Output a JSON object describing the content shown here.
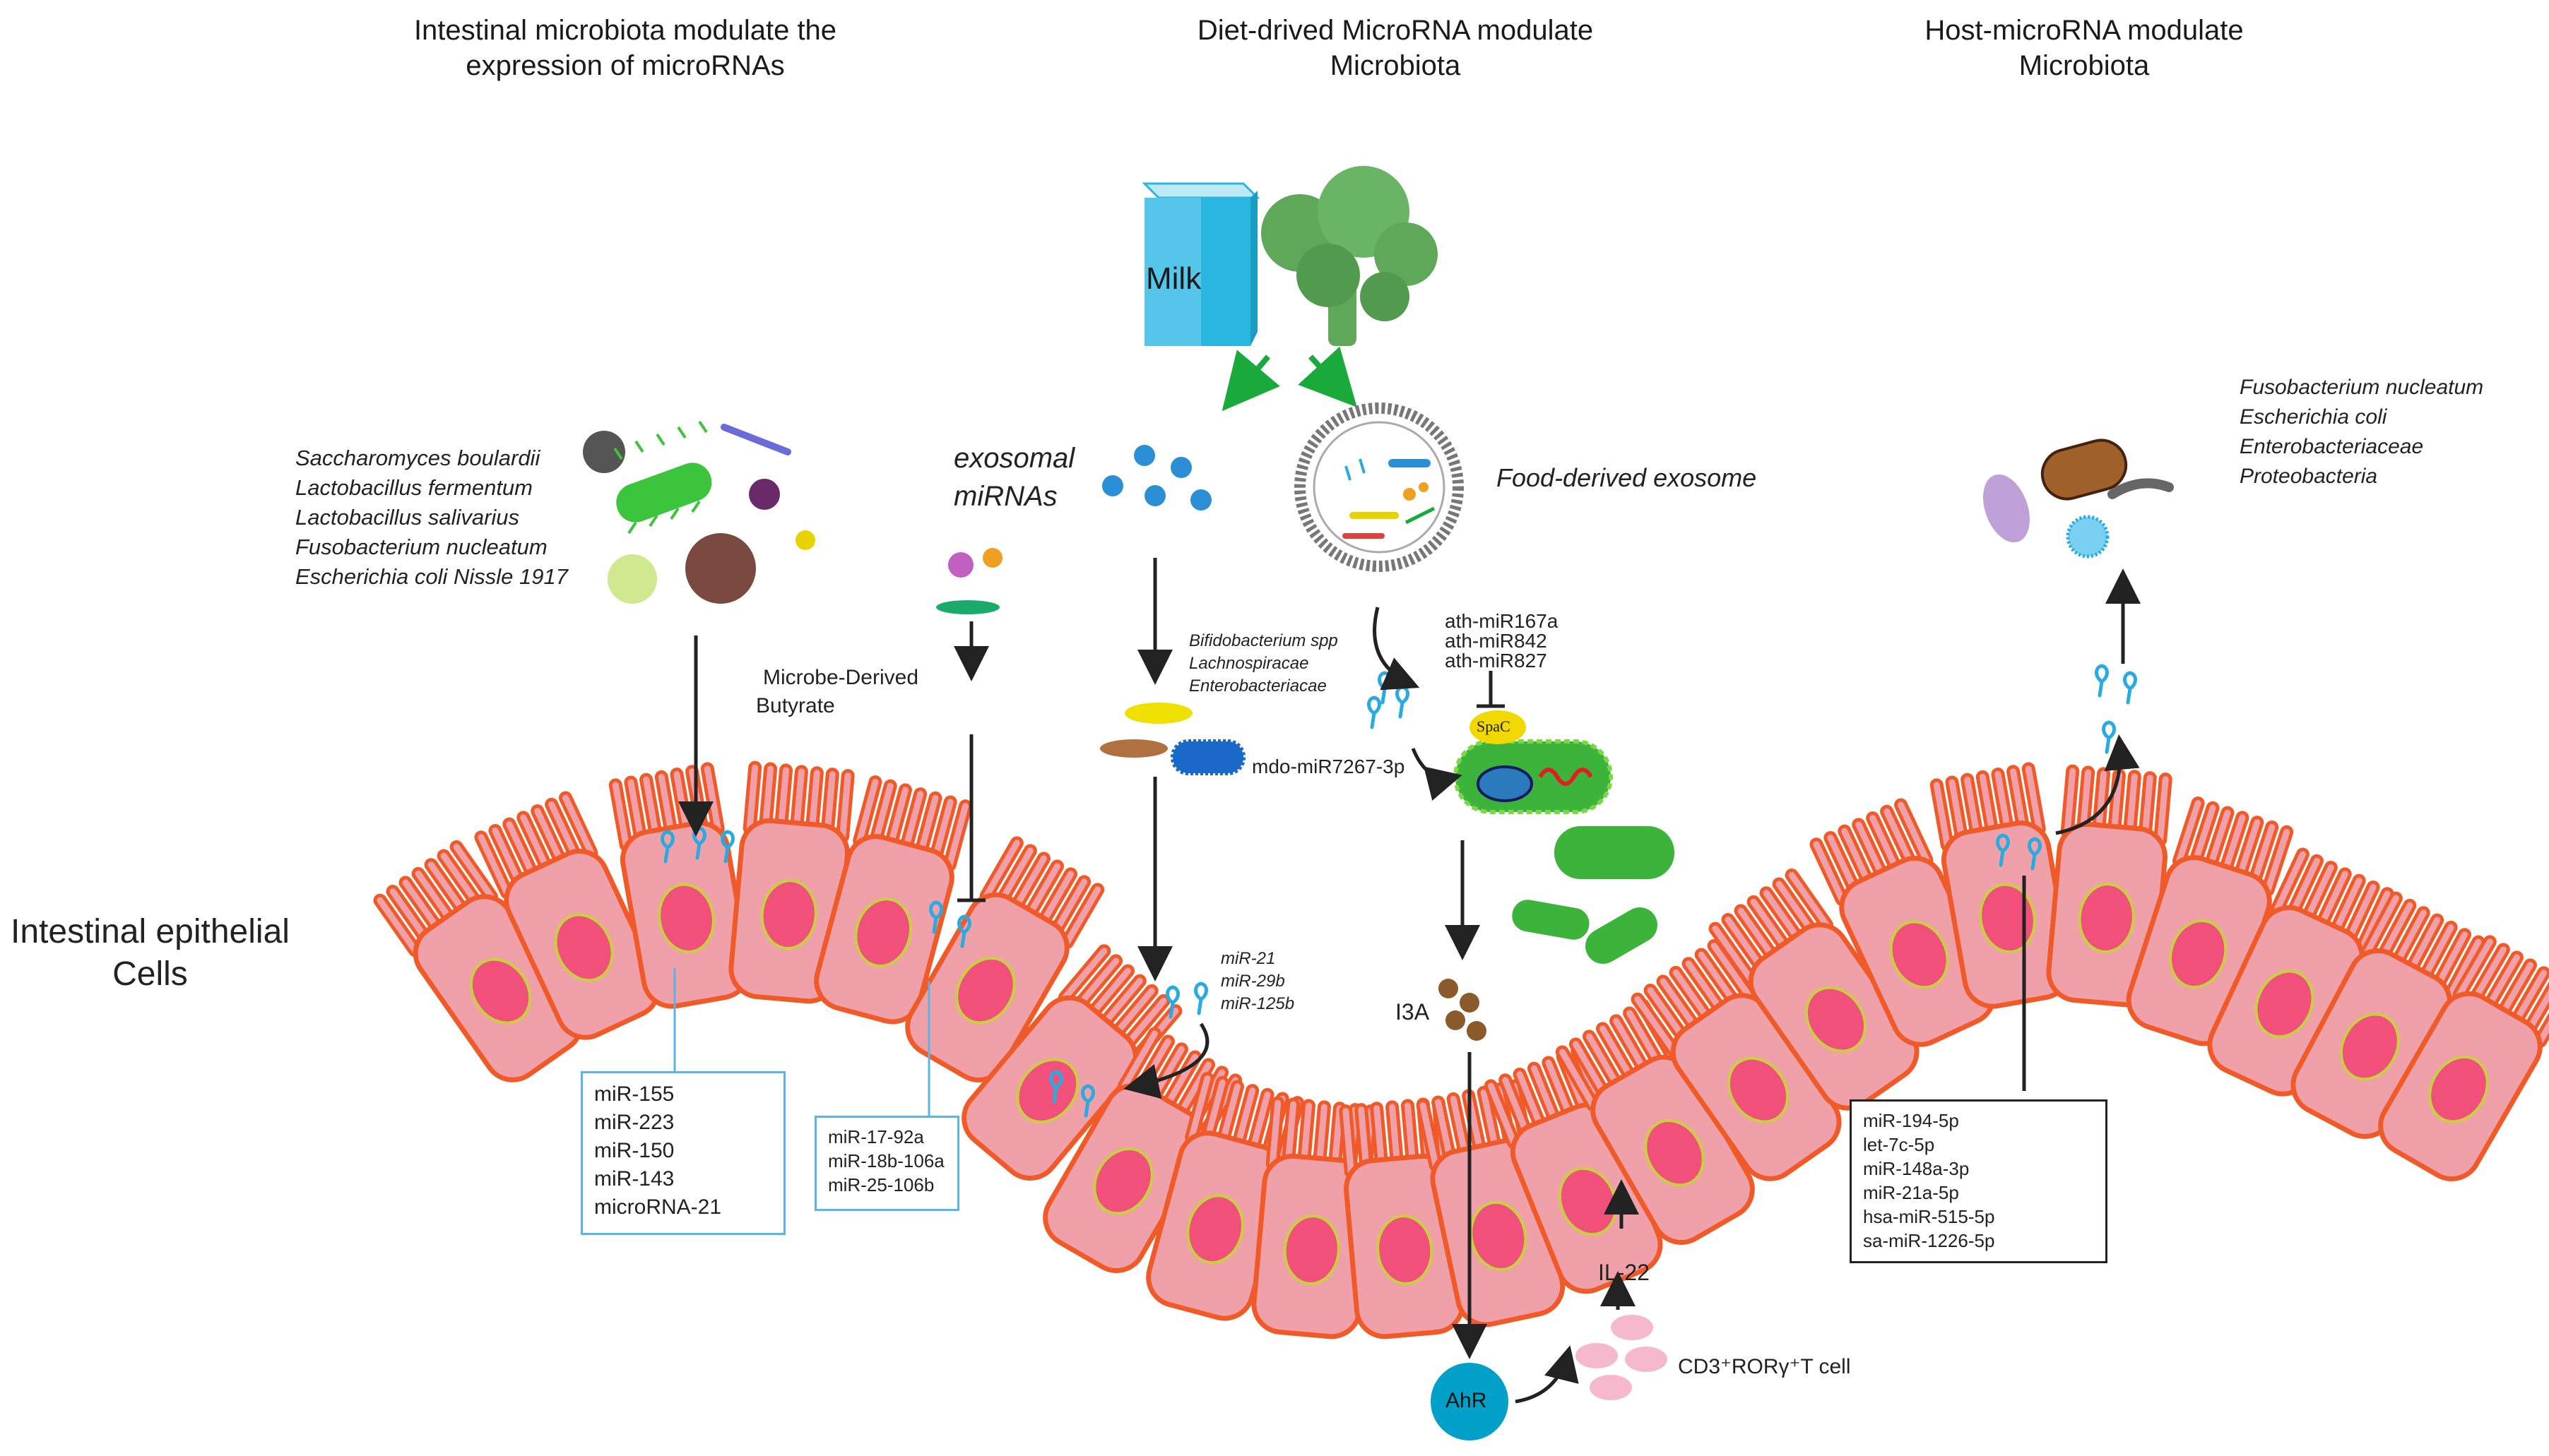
{
  "headers": {
    "left": [
      "Intestinal microbiota modulate the",
      "expression of microRNAs"
    ],
    "center": [
      "Diet-drived MicroRNA modulate",
      "Microbiota"
    ],
    "right": [
      "Host-microRNA modulate",
      "Microbiota"
    ]
  },
  "left_panel": {
    "microbes": [
      "Saccharomyces boulardii",
      "Lactobacillus fermentum",
      "Lactobacillus salivarius",
      "Fusobacterium nucleatum",
      "Escherichia coli Nissle 1917"
    ],
    "butyrate_label": [
      "Microbe-Derived",
      "Butyrate"
    ],
    "epithelial_label": [
      "Intestinal epithelial",
      "Cells"
    ],
    "mirna_box_1": [
      "miR-155",
      "miR-223",
      "miR-150",
      "miR-143",
      "microRNA-21"
    ],
    "mirna_box_2": [
      "miR-17-92a",
      "miR-18b-106a",
      "miR-25-106b"
    ]
  },
  "center_panel": {
    "milk_label": "Milk",
    "exosomal_label": [
      "exosomal",
      "miRNAs"
    ],
    "food_exosome_label": "Food-derived exosome",
    "bacteria_list": [
      "Bifidobacterium spp",
      "Lachnospiracae",
      "Enterobacteriacae"
    ],
    "ath_mirnas": [
      "ath-miR167a",
      "ath-miR842",
      "ath-miR827"
    ],
    "spac_label": "SpaC",
    "mdo_label": "mdo-miR7267-3p",
    "mir_list": [
      "miR-21",
      "miR-29b",
      "miR-125b"
    ],
    "i3a_label": "I3A",
    "ahr_label": "AhR",
    "il22_label": "IL-22",
    "tcell_label": "CD3⁺RORγ⁺T cell"
  },
  "right_panel": {
    "microbes": [
      "Fusobacterium nucleatum",
      "Escherichia coli",
      "Enterobacteriaceae",
      "Proteobacteria"
    ],
    "mirna_box": [
      "miR-194-5p",
      "let-7c-5p",
      "miR-148a-3p",
      "miR-21a-5p",
      "hsa-miR-515-5p",
      "sa-miR-1226-5p"
    ]
  },
  "colors": {
    "cell_fill": "#f0a0a8",
    "cell_outline": "#f05a28",
    "nucleus": "#f0507a",
    "mirna": "#29abe2",
    "green_arrow": "#1aaa3c",
    "box_border_blue": "#5ab4e6",
    "milk_blue": "#29b6e0",
    "broccoli": "#5fa85a"
  }
}
